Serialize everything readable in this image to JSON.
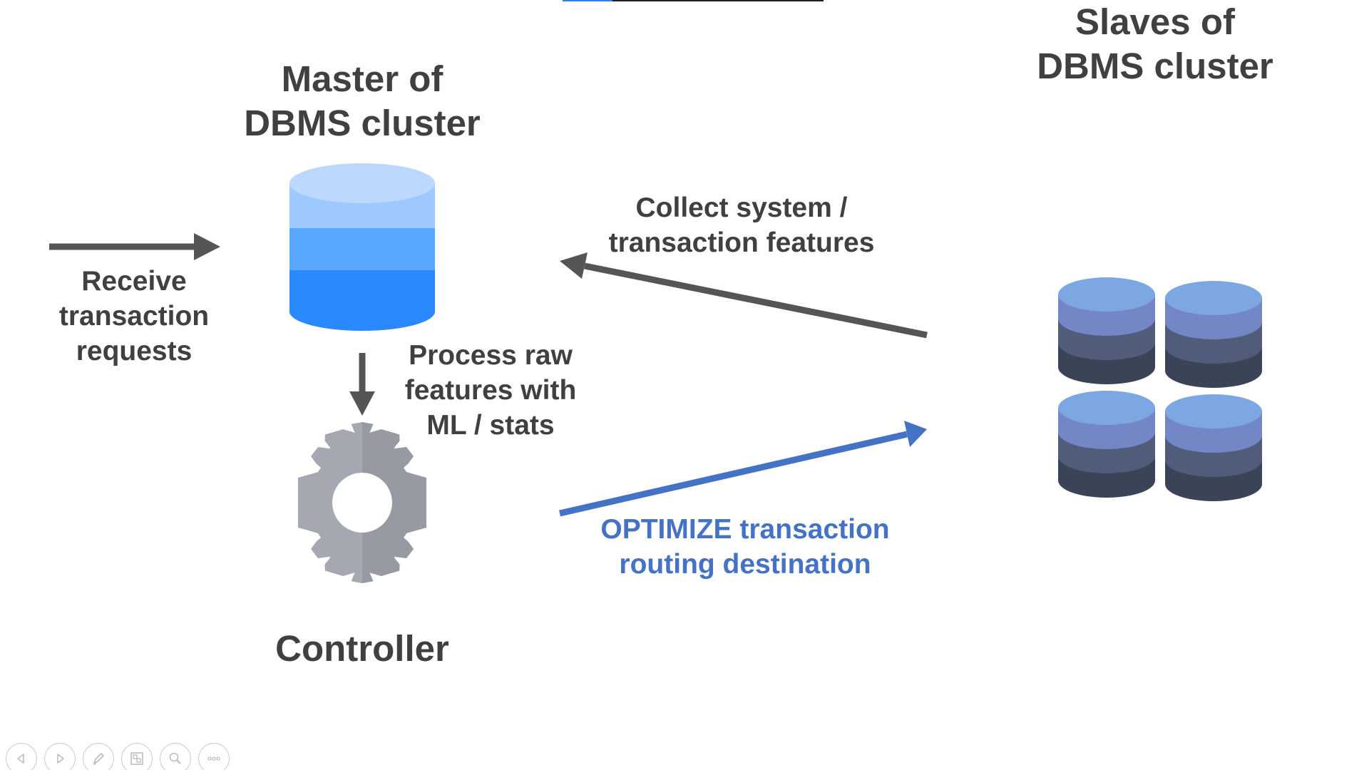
{
  "slide": {
    "progress_fraction": 0.19
  },
  "master": {
    "title_line1": "Master of",
    "title_line2": "DBMS cluster",
    "icon": "database-icon",
    "colors": [
      "#bcd8ff",
      "#9ec9ff",
      "#5aa7ff",
      "#2a89ff"
    ]
  },
  "receive": {
    "line1": "Receive",
    "line2": "transaction",
    "line3": "requests"
  },
  "process": {
    "line1": "Process raw",
    "line2": "features with",
    "line3": "ML / stats"
  },
  "controller": {
    "title": "Controller",
    "icon": "gear-icon",
    "colors": [
      "#a5a8b0",
      "#979aa3"
    ]
  },
  "collect": {
    "line1": "Collect system /",
    "line2": "transaction features"
  },
  "optimize": {
    "line1": "OPTIMIZE transaction",
    "line2": "routing destination",
    "color": "#4472c4"
  },
  "slaves": {
    "title_line1": "Slaves of",
    "title_line2": "DBMS cluster",
    "icon": "database-cluster-icon",
    "colors": [
      "#7ca7e2",
      "#7387c7",
      "#515c7a",
      "#3b4457"
    ]
  },
  "arrows": {
    "dark_color": "#555555",
    "accent_color": "#4472c4"
  },
  "toolbar": [
    {
      "name": "previous-slide-button",
      "icon": "chevron-left-icon"
    },
    {
      "name": "next-slide-button",
      "icon": "chevron-right-icon"
    },
    {
      "name": "pen-tool-button",
      "icon": "pen-icon"
    },
    {
      "name": "see-all-slides-button",
      "icon": "slides-grid-icon"
    },
    {
      "name": "zoom-button",
      "icon": "magnifier-icon"
    },
    {
      "name": "more-options-button",
      "icon": "more-icon"
    }
  ]
}
